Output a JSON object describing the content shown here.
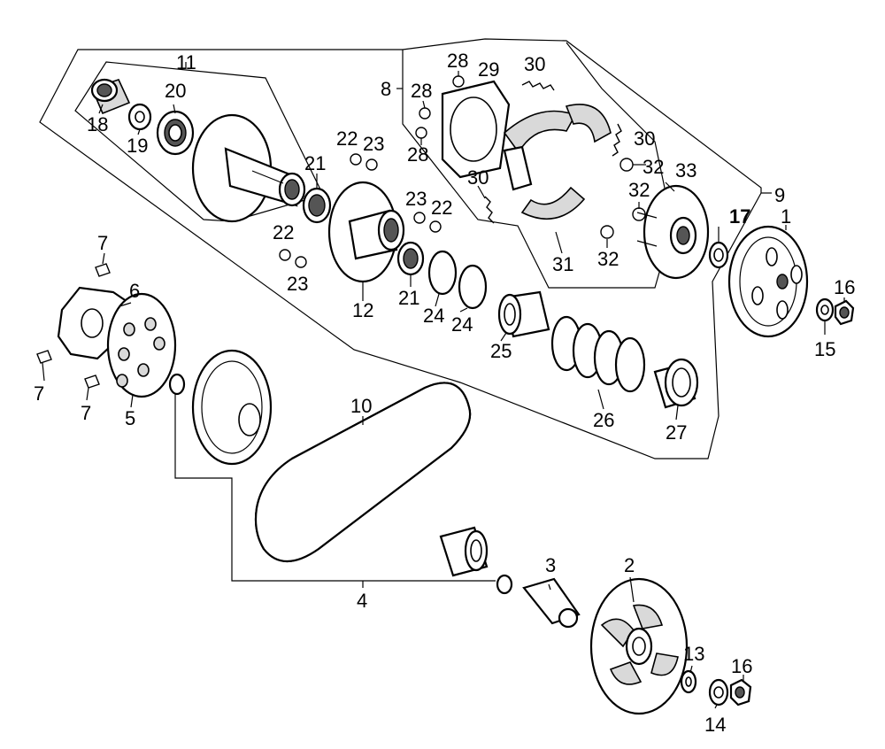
{
  "callouts": [
    {
      "id": "c11",
      "text": "11"
    },
    {
      "id": "c18",
      "text": "18"
    },
    {
      "id": "c20",
      "text": "20"
    },
    {
      "id": "c19",
      "text": "19"
    },
    {
      "id": "c21a",
      "text": "21"
    },
    {
      "id": "c22a",
      "text": "22"
    },
    {
      "id": "c23a",
      "text": "23"
    },
    {
      "id": "c8",
      "text": "8"
    },
    {
      "id": "c28a",
      "text": "28"
    },
    {
      "id": "c29",
      "text": "29"
    },
    {
      "id": "c30a",
      "text": "30"
    },
    {
      "id": "c28b",
      "text": "28"
    },
    {
      "id": "c28c",
      "text": "28"
    },
    {
      "id": "c30b",
      "text": "30"
    },
    {
      "id": "c32a",
      "text": "32"
    },
    {
      "id": "c33",
      "text": "33"
    },
    {
      "id": "c9",
      "text": "9"
    },
    {
      "id": "c32b",
      "text": "32"
    },
    {
      "id": "c30c",
      "text": "30"
    },
    {
      "id": "c23b",
      "text": "23"
    },
    {
      "id": "c22b",
      "text": "22"
    },
    {
      "id": "c17",
      "text": "17"
    },
    {
      "id": "c1",
      "text": "1"
    },
    {
      "id": "c7a",
      "text": "7"
    },
    {
      "id": "c6",
      "text": "6"
    },
    {
      "id": "c22c",
      "text": "22"
    },
    {
      "id": "c23c",
      "text": "23"
    },
    {
      "id": "c31",
      "text": "31"
    },
    {
      "id": "c32c",
      "text": "32"
    },
    {
      "id": "c16a",
      "text": "16"
    },
    {
      "id": "c12",
      "text": "12"
    },
    {
      "id": "c21b",
      "text": "21"
    },
    {
      "id": "c24a",
      "text": "24"
    },
    {
      "id": "c24b",
      "text": "24"
    },
    {
      "id": "c15",
      "text": "15"
    },
    {
      "id": "c25",
      "text": "25"
    },
    {
      "id": "c7b",
      "text": "7"
    },
    {
      "id": "c7c",
      "text": "7"
    },
    {
      "id": "c5",
      "text": "5"
    },
    {
      "id": "c26",
      "text": "26"
    },
    {
      "id": "c10",
      "text": "10"
    },
    {
      "id": "c27",
      "text": "27"
    },
    {
      "id": "c3",
      "text": "3"
    },
    {
      "id": "c2",
      "text": "2"
    },
    {
      "id": "c4",
      "text": "4"
    },
    {
      "id": "c13",
      "text": "13"
    },
    {
      "id": "c16b",
      "text": "16"
    },
    {
      "id": "c14",
      "text": "14"
    }
  ]
}
